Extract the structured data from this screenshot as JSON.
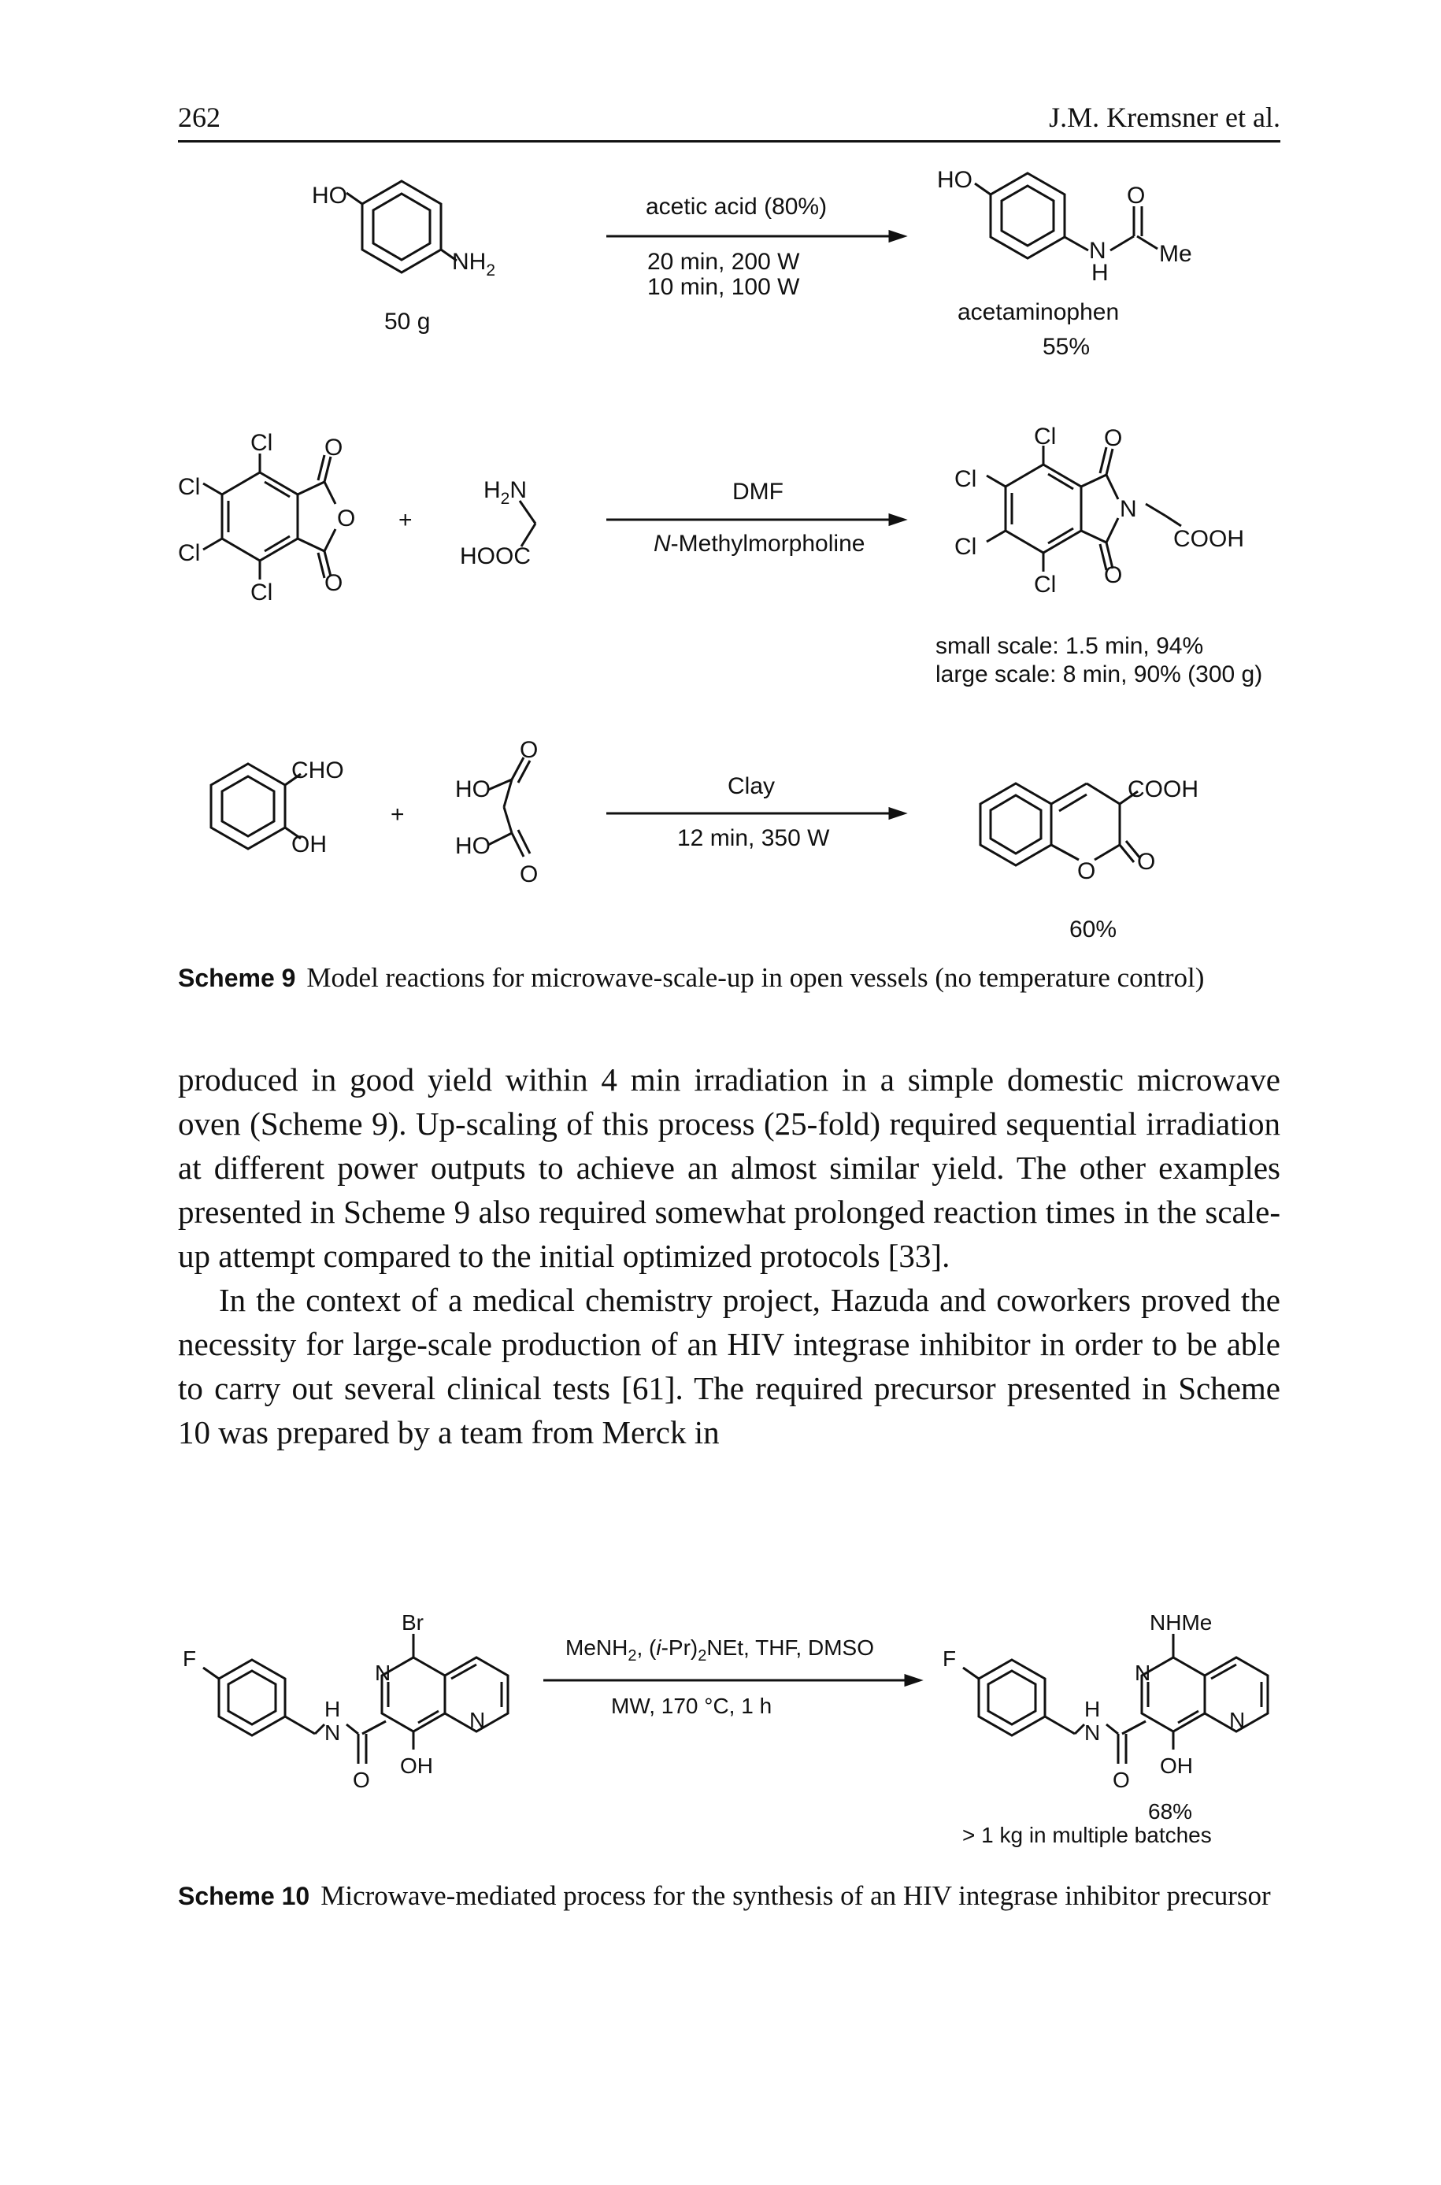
{
  "header": {
    "page_number": "262",
    "running_head": "J.M. Kremsner et al."
  },
  "scheme9": {
    "r1": {
      "reactant_groups": {
        "ho": "HO",
        "nh2": "NH",
        "sub2": "2"
      },
      "reactant_amount": "50 g",
      "cond_above": "acetic acid (80%)",
      "cond_below1": "20 min, 200 W",
      "cond_below2": "10 min, 100 W",
      "product_groups": {
        "ho": "HO",
        "o": "O",
        "n": "N",
        "h": "H",
        "me": "Me"
      },
      "product_name": "acetaminophen",
      "yield": "55%"
    },
    "r2": {
      "cl": "Cl",
      "o": "O",
      "plus": "+",
      "amine_h2n": "H",
      "amine_sub2": "2",
      "amine_n": "N",
      "amine_hooc": "HOOC",
      "cond_above": "DMF",
      "cond_below_italic": "N",
      "cond_below_rest": "-Methylmorpholine",
      "product_n": "N",
      "product_cooh": "COOH",
      "note1": "small scale: 1.5 min, 94%",
      "note2": "large scale: 8 min, 90% (300 g)"
    },
    "r3": {
      "cho": "CHO",
      "oh": "OH",
      "plus": "+",
      "ho": "HO",
      "o": "O",
      "cond_above": "Clay",
      "cond_below": "12 min, 350 W",
      "product_cooh": "COOH",
      "yield": "60%"
    },
    "caption_label": "Scheme 9",
    "caption_text": "Model reactions for microwave-scale-up in open vessels (no temperature control)"
  },
  "body": {
    "para1": "produced in good yield within 4 min irradiation in a simple domestic microwave oven (Scheme 9). Up-scaling of this process (25-fold) required sequential irradiation at different power outputs to achieve an almost similar yield. The other examples presented in Scheme 9 also required somewhat prolonged reaction times in the scale-up attempt compared to the initial optimized protocols [33].",
    "para2": "In the context of a medical chemistry project, Hazuda and coworkers proved the necessity for large-scale production of an HIV integrase inhibitor in order to be able to carry out several clinical tests [61]. The required precursor presented in Scheme 10 was prepared by a team from Merck in"
  },
  "scheme10": {
    "f": "F",
    "h": "H",
    "n": "N",
    "o": "O",
    "oh": "OH",
    "br": "Br",
    "nhme": "NHMe",
    "cond_above_a": "MeNH",
    "cond_above_sub": "2",
    "cond_above_b": ", (",
    "cond_above_ital": "i",
    "cond_above_c": "-Pr)",
    "cond_above_sub2": "2",
    "cond_above_d": "NEt, THF, DMSO",
    "cond_below": "MW, 170 °C, 1 h",
    "yield": "68%",
    "note": "> 1 kg in multiple batches",
    "caption_label": "Scheme 10",
    "caption_text": "Microwave-mediated process for the synthesis of an HIV integrase inhibitor precursor"
  }
}
